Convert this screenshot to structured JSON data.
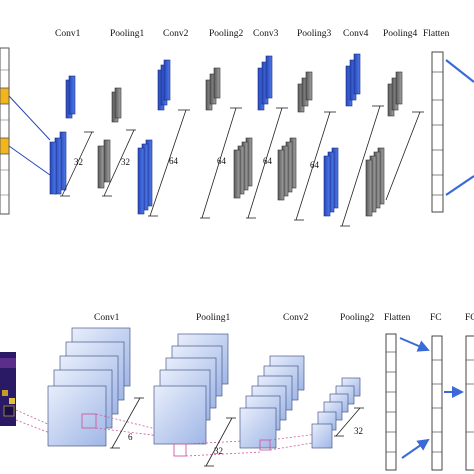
{
  "top_diagram": {
    "layer_labels": [
      "Conv1",
      "Pooling1",
      "Conv2",
      "Pooling2",
      "Conv3",
      "Pooling3",
      "Conv4",
      "Pooling4",
      "Flatten"
    ],
    "channel_labels": [
      "32",
      "32",
      "64",
      "64",
      "64",
      "64"
    ]
  },
  "bottom_diagram": {
    "layer_labels": [
      "Conv1",
      "Pooling1",
      "Conv2",
      "Pooling2",
      "Flatten",
      "FC",
      "FC"
    ],
    "dimension_labels": [
      "6",
      "32",
      "32"
    ]
  },
  "colors": {
    "conv_blue": "#3d63d8",
    "pool_gray": "#8a8a8a",
    "highlight_yellow": "#f2b51c",
    "map_blue": "#c9d6f2",
    "connector_pink": "#d05aa0",
    "arrow_blue": "#3a6ad8"
  }
}
